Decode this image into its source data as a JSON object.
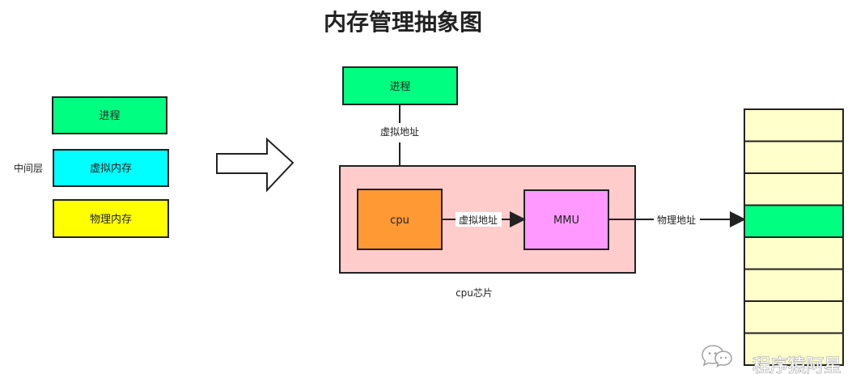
{
  "title": "内存管理抽象图",
  "left_stack": {
    "process_label": "进程",
    "virtual_memory_label": "虚拟内存",
    "physical_memory_label": "物理内存",
    "middle_layer_label": "中间层"
  },
  "flow": {
    "process_label": "进程",
    "virtual_address_top_label": "虚拟地址",
    "cpu_label": "cpu",
    "virtual_address_mid_label": "虚拟地址",
    "mmu_label": "MMU",
    "physical_address_label": "物理地址",
    "chip_label": "cpu芯片"
  },
  "memory_column": {
    "cell_count": 8,
    "highlighted_index": 3
  },
  "watermark": {
    "text": "程序猿阿星"
  },
  "colors": {
    "process": "#00ff80",
    "virtual_memory": "#00ffff",
    "physical_memory": "#ffff00",
    "chip_background": "#ffcccc",
    "cpu": "#ff9933",
    "mmu": "#ff99ff",
    "memory_cell": "#ffffcc",
    "memory_highlight": "#00ff80",
    "stroke": "#222222"
  }
}
